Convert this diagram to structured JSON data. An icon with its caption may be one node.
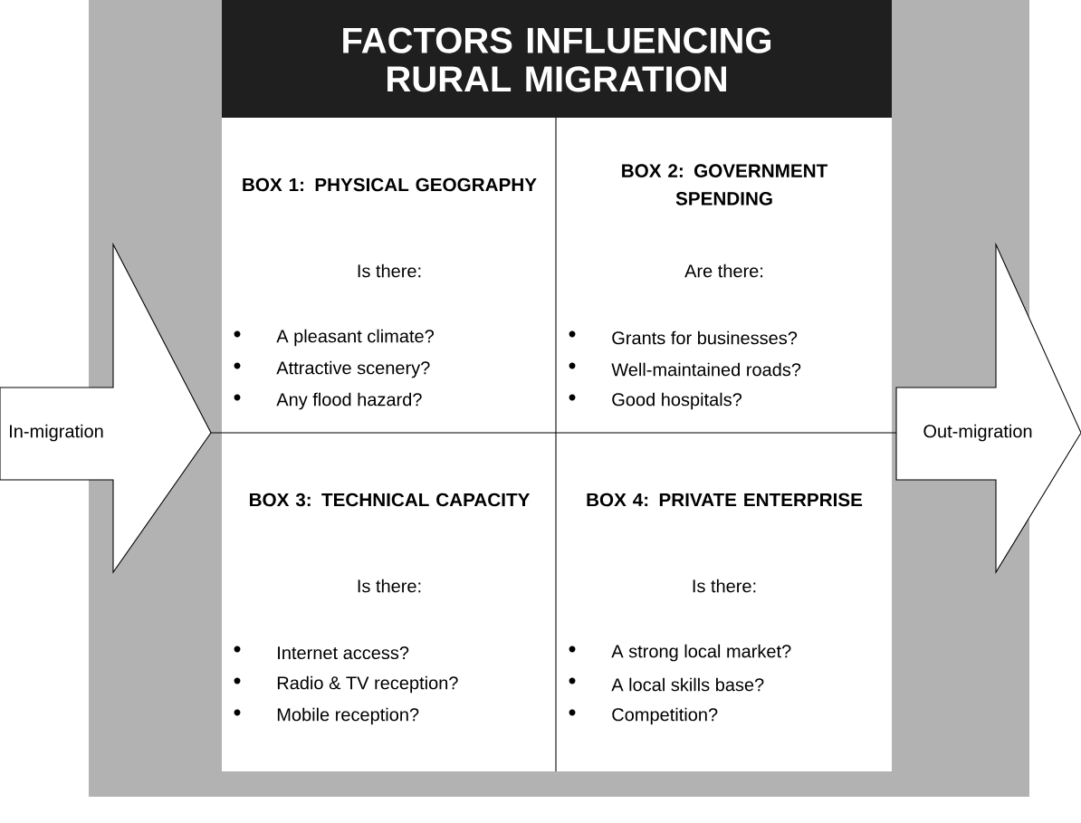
{
  "diagram": {
    "title": "FACTORS INFLUENCING RURAL MIGRATION",
    "nodes": [
      {
        "text": [
          "In-migration"
        ]
      },
      {
        "text": [
          "BOX 1: PHYSICAL GEOGRAPHY",
          "Is there:",
          "A pleasant climate?",
          "Attractive scenery?",
          "Any flood hazard?"
        ]
      },
      {
        "text": [
          "BOX 2: GOVERNMENT SPENDING",
          "Are there:",
          "Grants for businesses?",
          "Well-maintained roads?",
          "Good hospitals?"
        ]
      },
      {
        "text": [
          "BOX 3: TECHNICAL CAPACITY",
          "Is there:",
          "Internet access?",
          "Radio & TV reception?",
          "Mobile reception?"
        ]
      },
      {
        "text": [
          "BOX 4: PRIVATE ENTERPRISE",
          "Is there:",
          "A strong local market?",
          "A local skills base?",
          "Competition?"
        ]
      },
      {
        "text": [
          "Out-migration"
        ]
      }
    ]
  }
}
